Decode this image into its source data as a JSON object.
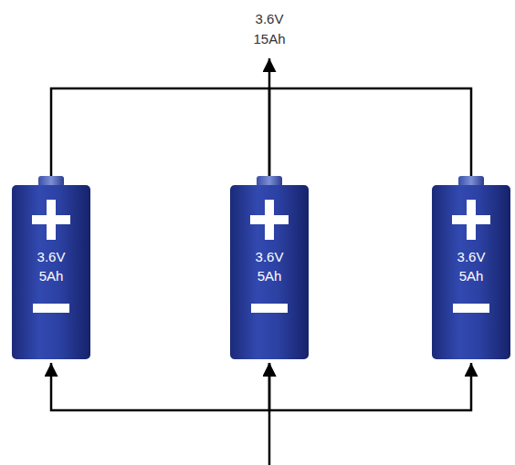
{
  "diagram": {
    "nodes": [
      {
        "text": [
          "3.6V",
          "5Ah"
        ]
      },
      {
        "text": [
          "3.6V",
          "5Ah"
        ]
      },
      {
        "text": [
          "3.6V",
          "5Ah"
        ]
      }
    ],
    "edges": [
      {
        "from": 0,
        "to": 1,
        "arrow": "none"
      },
      {
        "from": 1,
        "to": 2,
        "arrow": "none"
      },
      {
        "from": 0,
        "to": 1,
        "arrow": "both"
      },
      {
        "from": 1,
        "to": 2,
        "arrow": "both"
      }
    ],
    "labels": [
      "3.6V 15Ah"
    ]
  }
}
